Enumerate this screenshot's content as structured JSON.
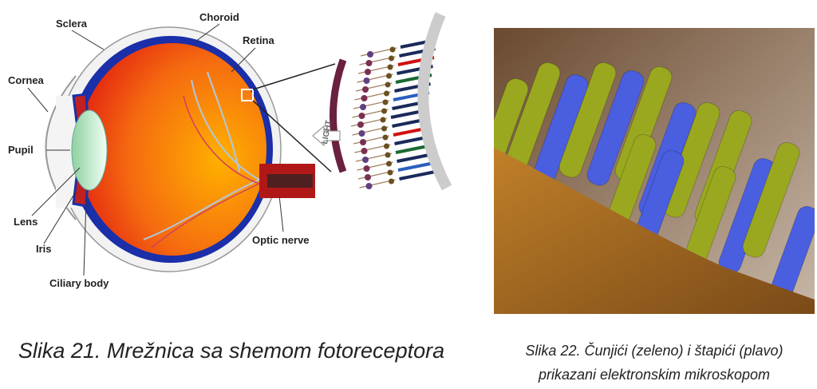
{
  "figure21": {
    "labels": {
      "sclera": "Sclera",
      "choroid": "Choroid",
      "retina": "Retina",
      "cornea": "Cornea",
      "pupil": "Pupil",
      "lens": "Lens",
      "iris": "Iris",
      "ciliary_body": "Ciliary body",
      "optic_nerve": "Optic nerve",
      "light": "LIGHT"
    },
    "caption": "Slika 21. Mrežnica sa shemom fotoreceptora"
  },
  "figure22": {
    "caption_line1": "Slika 22. Čunjići (zeleno) i štapići (plavo)",
    "caption_line2": "prikazani elektronskim mikroskopom"
  },
  "colors": {
    "choroid": "#1a2fa8",
    "retina_fill": "#f05a10",
    "cone_green": "#9aa820",
    "rod_blue": "#4a5ee0"
  }
}
